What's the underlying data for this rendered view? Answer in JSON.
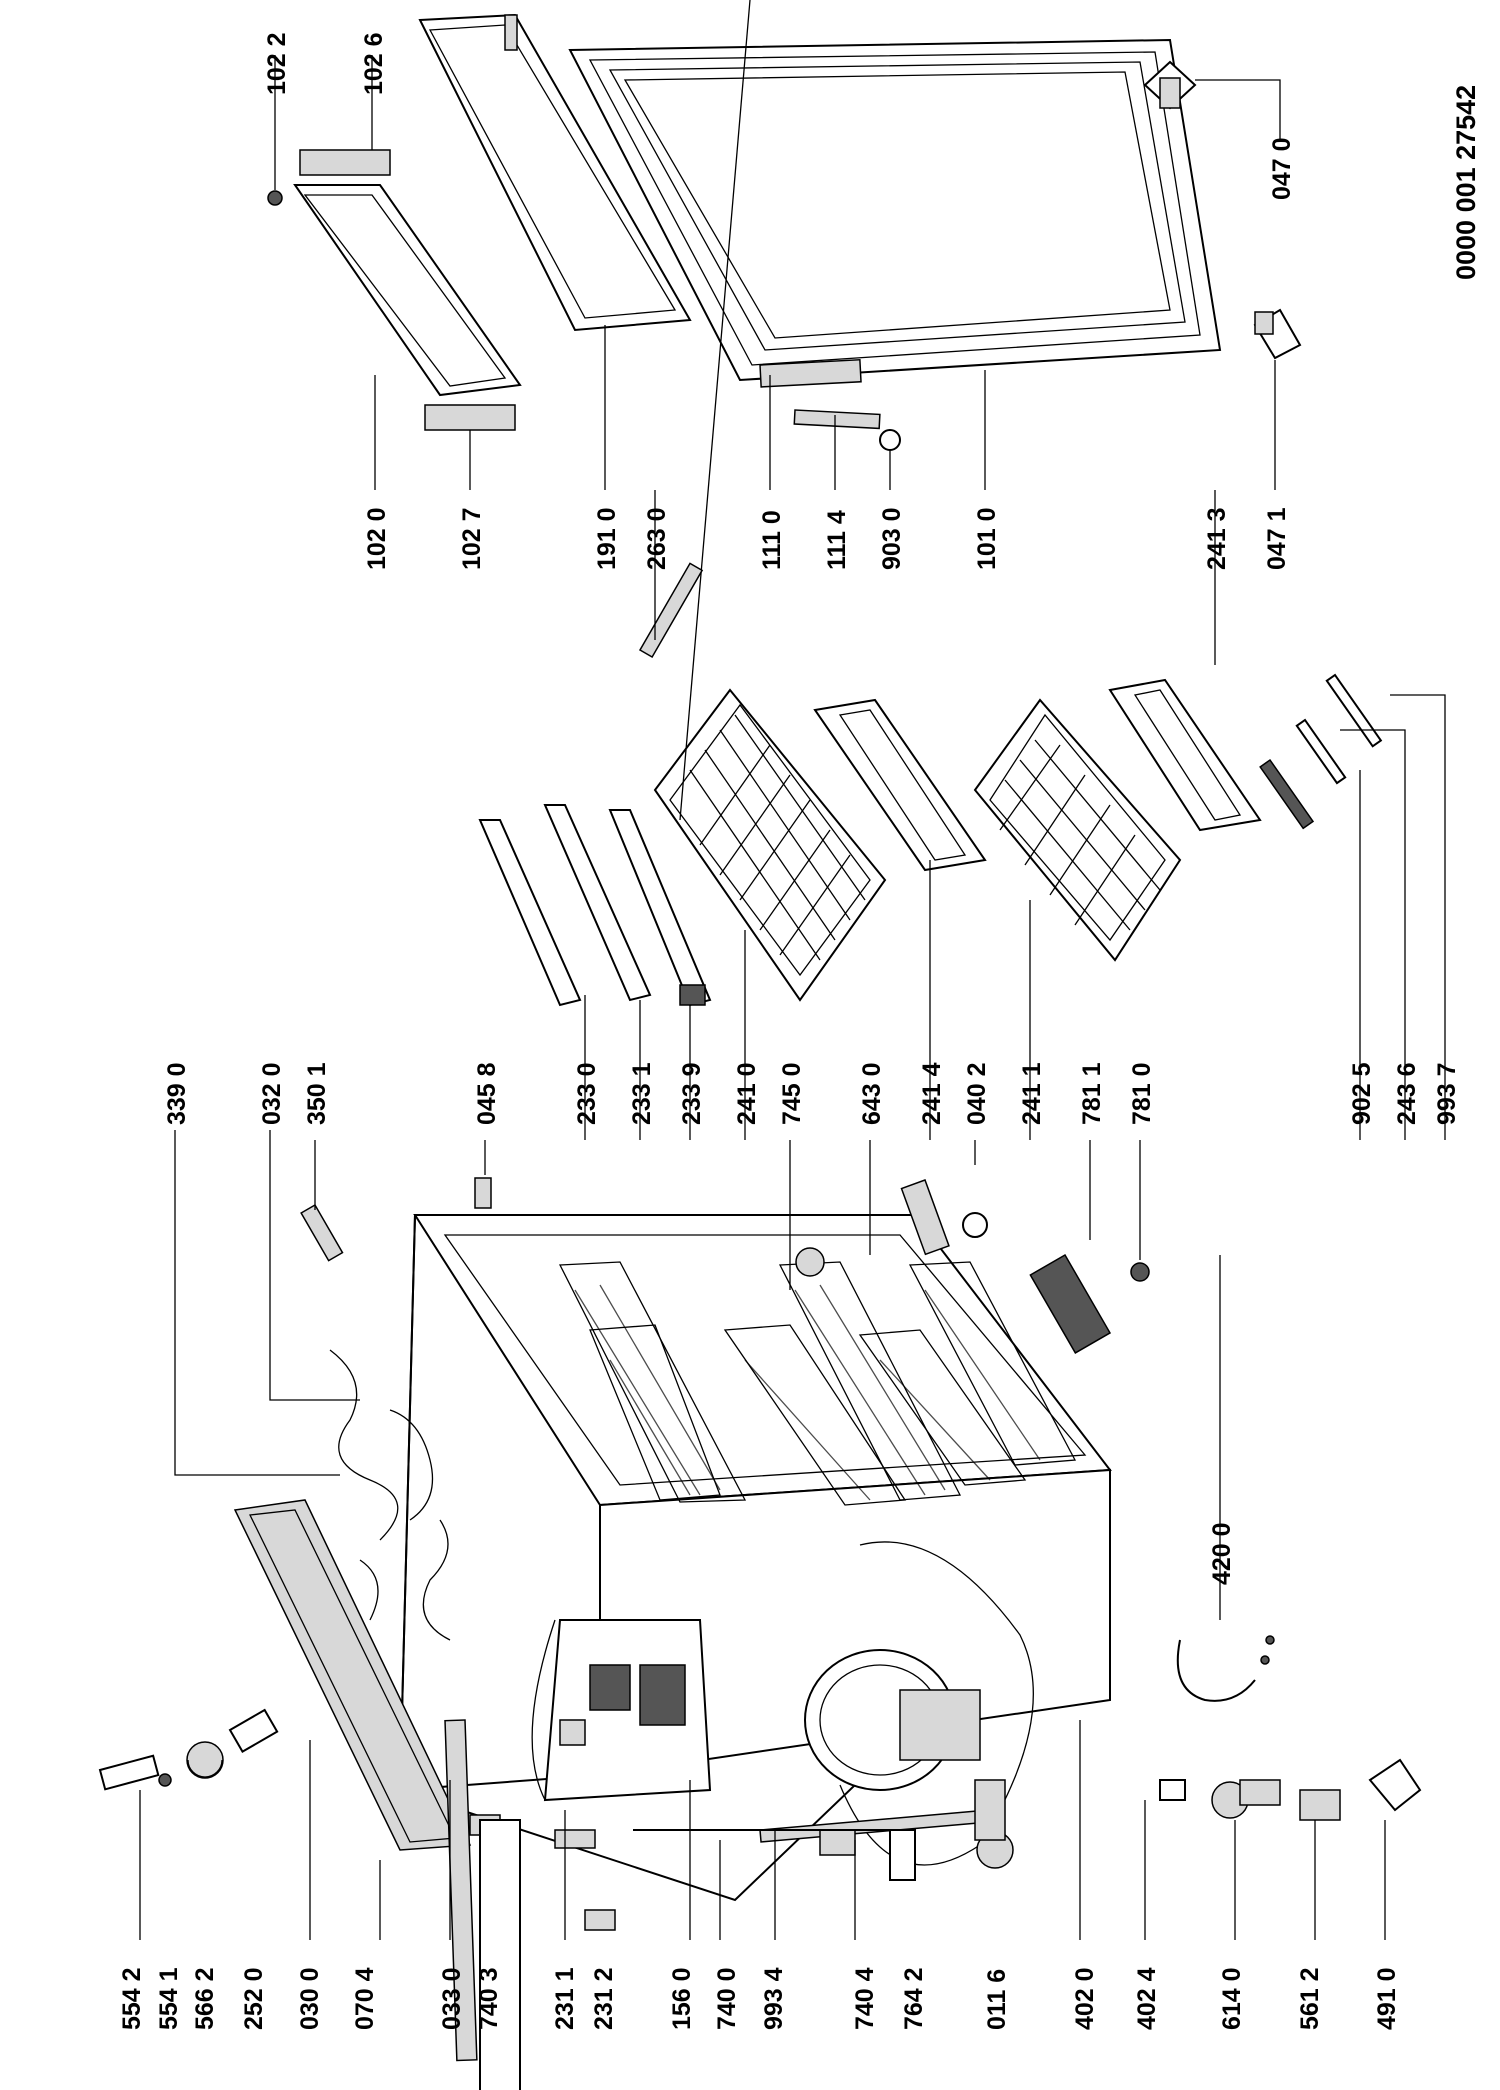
{
  "drawing_code": "0000 001 27542",
  "part_numbers": {
    "p5542": "554 2",
    "p5541": "554 1",
    "p5662": "566 2",
    "p2520": "252 0",
    "p0300": "030 0",
    "p0704": "070 4",
    "p0330": "033 0",
    "p7403": "740 3",
    "p2311": "231 1",
    "p2312": "231 2",
    "p1560": "156 0",
    "p7400": "740 0",
    "p9934": "993 4",
    "p7404": "740 4",
    "p7642": "764 2",
    "p0116": "011 6",
    "p4020": "402 0",
    "p4024": "402 4",
    "p6140": "614 0",
    "p5612": "561 2",
    "p4910": "491 0",
    "p4200": "420 0",
    "p3390": "339 0",
    "p0320": "032 0",
    "p3501": "350 1",
    "p0458": "045 8",
    "p2330": "233 0",
    "p2331": "233 1",
    "p2339": "233 9",
    "p2410": "241 0",
    "p7450": "745 0",
    "p6430": "643 0",
    "p2414": "241 4",
    "p0402": "040 2",
    "p2411": "241 1",
    "p7811": "781 1",
    "p7810": "781 0",
    "p9025": "902 5",
    "p2436": "243 6",
    "p9937": "993 7",
    "p1020": "102 0",
    "p1027": "102 7",
    "p1910": "191 0",
    "p2630": "263 0",
    "p1110": "111 0",
    "p1114": "111 4",
    "p9030": "903 0",
    "p1010": "101 0",
    "p2413": "241 3",
    "p0471": "047 1",
    "p0470": "047 0",
    "p1022": "102 2",
    "p1026": "102 6"
  }
}
